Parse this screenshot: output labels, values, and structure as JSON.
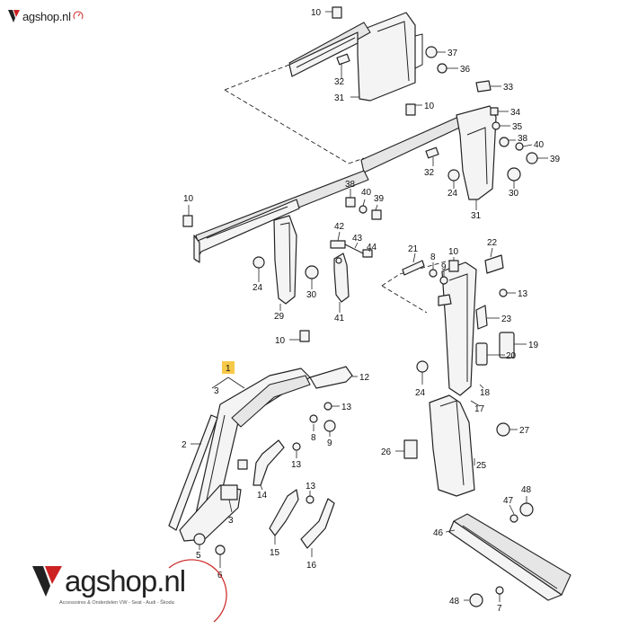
{
  "brand": {
    "name": "agshop.nl",
    "tagline": "Accessoires & Onderdelen VW - Seat - Audi - Škoda",
    "accent": "#cc2222"
  },
  "highlight_color": "#f7c948",
  "labels": [
    {
      "id": "l10a",
      "text": "10"
    },
    {
      "id": "l37",
      "text": "37"
    },
    {
      "id": "l36",
      "text": "36"
    },
    {
      "id": "l33",
      "text": "33"
    },
    {
      "id": "l32a",
      "text": "32"
    },
    {
      "id": "l31a",
      "text": "31"
    },
    {
      "id": "l10b",
      "text": "10"
    },
    {
      "id": "l34",
      "text": "34"
    },
    {
      "id": "l35",
      "text": "35"
    },
    {
      "id": "l38a",
      "text": "38"
    },
    {
      "id": "l40a",
      "text": "40"
    },
    {
      "id": "l39a",
      "text": "39"
    },
    {
      "id": "l32b",
      "text": "32"
    },
    {
      "id": "l24a",
      "text": "24"
    },
    {
      "id": "l30a",
      "text": "30"
    },
    {
      "id": "l31b",
      "text": "31"
    },
    {
      "id": "l10c",
      "text": "10"
    },
    {
      "id": "l38b",
      "text": "38"
    },
    {
      "id": "l40b",
      "text": "40"
    },
    {
      "id": "l39b",
      "text": "39"
    },
    {
      "id": "l42",
      "text": "42"
    },
    {
      "id": "l43",
      "text": "43"
    },
    {
      "id": "l44",
      "text": "44"
    },
    {
      "id": "l21",
      "text": "21"
    },
    {
      "id": "l8a",
      "text": "8"
    },
    {
      "id": "l9a",
      "text": "9"
    },
    {
      "id": "l10d",
      "text": "10"
    },
    {
      "id": "l22",
      "text": "22"
    },
    {
      "id": "l24b",
      "text": "24"
    },
    {
      "id": "l30b",
      "text": "30"
    },
    {
      "id": "l29",
      "text": "29"
    },
    {
      "id": "l41",
      "text": "41"
    },
    {
      "id": "l13a",
      "text": "13"
    },
    {
      "id": "l23",
      "text": "23"
    },
    {
      "id": "l20",
      "text": "20"
    },
    {
      "id": "l19",
      "text": "19"
    },
    {
      "id": "l10e",
      "text": "10"
    },
    {
      "id": "l1",
      "text": "1"
    },
    {
      "id": "l3a",
      "text": "3"
    },
    {
      "id": "l12",
      "text": "12"
    },
    {
      "id": "l24c",
      "text": "24"
    },
    {
      "id": "l18",
      "text": "18"
    },
    {
      "id": "l17",
      "text": "17"
    },
    {
      "id": "l13b",
      "text": "13"
    },
    {
      "id": "l8b",
      "text": "8"
    },
    {
      "id": "l9b",
      "text": "9"
    },
    {
      "id": "l27",
      "text": "27"
    },
    {
      "id": "l2",
      "text": "2"
    },
    {
      "id": "l13c",
      "text": "13"
    },
    {
      "id": "l26",
      "text": "26"
    },
    {
      "id": "l25",
      "text": "25"
    },
    {
      "id": "l14",
      "text": "14"
    },
    {
      "id": "l13d",
      "text": "13"
    },
    {
      "id": "l3b",
      "text": "3"
    },
    {
      "id": "l48a",
      "text": "48"
    },
    {
      "id": "l47",
      "text": "47"
    },
    {
      "id": "l46",
      "text": "46"
    },
    {
      "id": "l5",
      "text": "5"
    },
    {
      "id": "l15",
      "text": "15"
    },
    {
      "id": "l16",
      "text": "16"
    },
    {
      "id": "l6",
      "text": "6"
    },
    {
      "id": "l48b",
      "text": "48"
    },
    {
      "id": "l7",
      "text": "7"
    }
  ]
}
